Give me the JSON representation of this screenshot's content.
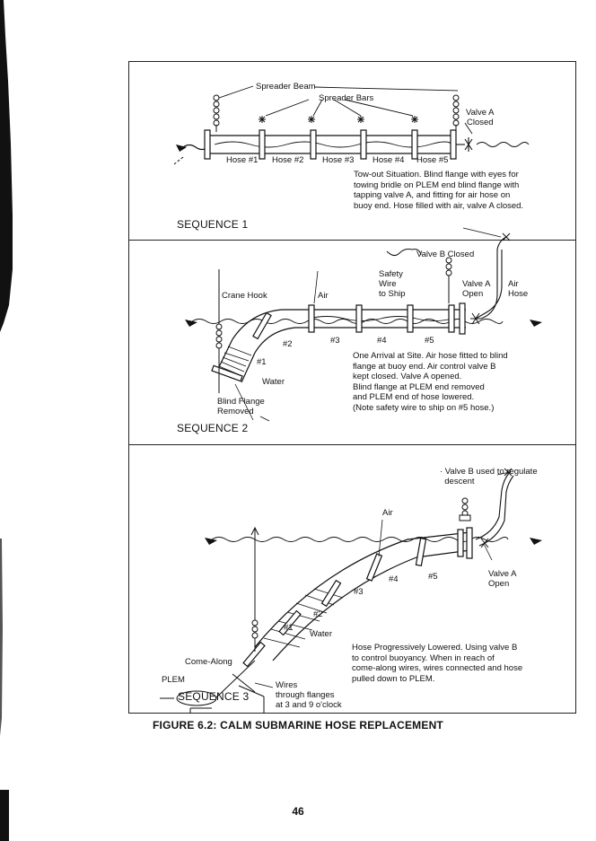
{
  "figure": {
    "caption": "FIGURE 6.2: CALM SUBMARINE HOSE REPLACEMENT",
    "page_number": "46"
  },
  "sequence1": {
    "title": "SEQUENCE 1",
    "labels": {
      "spreader_beam": "Spreader Beam",
      "spreader_bars": "Spreader Bars",
      "valve_a": "Valve A",
      "closed": "Closed",
      "hose1": "Hose #1",
      "hose2": "Hose #2",
      "hose3": "Hose #3",
      "hose4": "Hose #4",
      "hose5": "Hose #5"
    },
    "description": "Tow-out Situation. Blind flange with eyes for\ntowing bridle on PLEM end blind flange with\ntapping valve A, and fitting for air hose on\nbuoy end. Hose filled with air, valve A closed."
  },
  "sequence2": {
    "title": "SEQUENCE 2",
    "labels": {
      "valve_b_closed": "Valve B Closed",
      "safety_wire": "Safety\nWire\nto Ship",
      "valve_a_open": "Valve A\nOpen",
      "air_hose": "Air\nHose",
      "crane_hook": "Crane Hook",
      "air": "Air",
      "n1": "#1",
      "n2": "#2",
      "n3": "#3",
      "n4": "#4",
      "n5": "#5",
      "water": "Water",
      "blind_flange": "Blind Flange\nRemoved"
    },
    "description": "One Arrival at Site. Air hose fitted to blind\nflange at buoy end. Air control valve B\nkept closed. Valve A opened.\nBlind flange at PLEM end removed\nand PLEM end of hose lowered.\n(Note safety wire to ship on #5 hose.)"
  },
  "sequence3": {
    "title": "SEQUENCE 3",
    "labels": {
      "valve_b_regulate": "· Valve B used to regulate\n  descent",
      "air": "Air",
      "n1": "#1",
      "n2": "#2",
      "n3": "#3",
      "n4": "#4",
      "n5": "#5",
      "valve_a_open": "Valve A\nOpen",
      "come_along": "Come-Along",
      "plem": "PLEM",
      "water": "Water",
      "wires": "Wires\nthrough flanges\nat 3 and 9 o'clock"
    },
    "description": "Hose Progressively Lowered. Using valve B\nto control buoyancy. When in reach of\ncome-along wires, wires connected and hose\npulled down to PLEM."
  }
}
